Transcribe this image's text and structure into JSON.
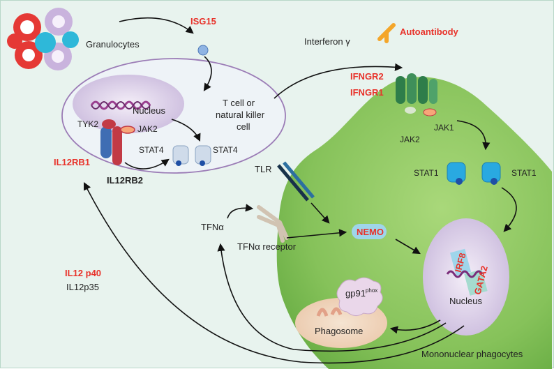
{
  "colors": {
    "background": "#e8f3ee",
    "phagocyte_green": "#7cbf4e",
    "gene_red": "#e8322a",
    "nucleus_purple": "#d9cfe8",
    "stat_blue": "#29a9e1"
  },
  "labels": {
    "granulocytes": "Granulocytes",
    "isg15": "ISG15",
    "interferon_gamma": "Interferon γ",
    "autoantibody": "Autoantibody",
    "ifngr2": "IFNGR2",
    "ifngr1": "IFNGR1",
    "jak2_right": "JAK2",
    "jak1": "JAK1",
    "nucleus_tcell": "Nucleus",
    "tyk2": "TYK2",
    "jak2_left": "JAK2",
    "tcell_line1": "T cell or",
    "tcell_line2": "natural killer",
    "tcell_line3": "cell",
    "stat4_left": "STAT4",
    "stat4_right": "STAT4",
    "il12rb1": "IL12RB1",
    "il12rb2": "IL12RB2",
    "tlr": "TLR",
    "stat1_left": "STAT1",
    "stat1_right": "STAT1",
    "tnfa": "TFNα",
    "tnfa_receptor": "TFNα receptor",
    "nemo": "NEMO",
    "irf8": "IRF8",
    "gata2": "GATA2",
    "nucleus_phagocyte": "Nucleus",
    "il12p40": "IL12 p40",
    "il12p35": "IL12p35",
    "gp91": "gp91",
    "gp91_sup": "phox",
    "phagosome": "Phagosome",
    "mononuclear": "Mononuclear phagocytes"
  }
}
